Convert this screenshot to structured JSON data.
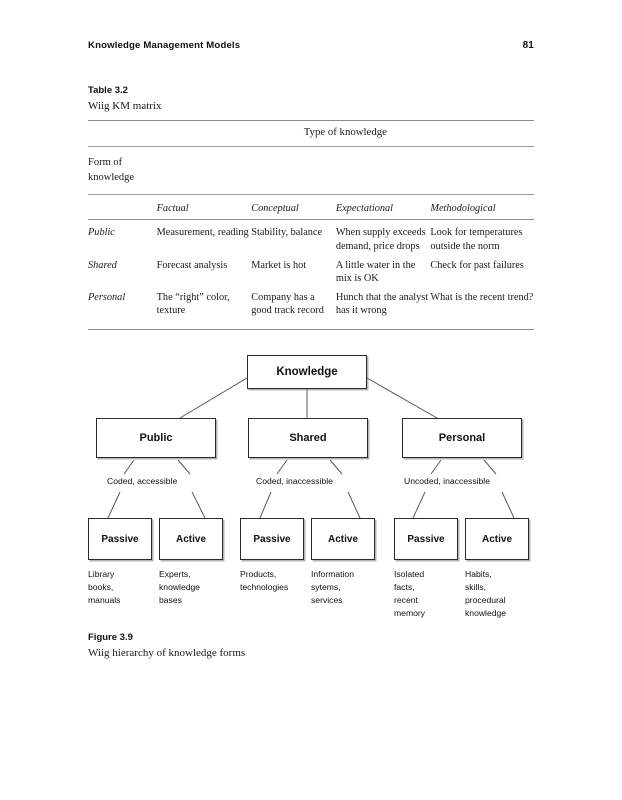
{
  "page": {
    "running_head": "Knowledge Management Models",
    "page_number": "81"
  },
  "table": {
    "caption_label": "Table 3.2",
    "caption_title": "Wiig KM matrix",
    "spanner_header": "Type of knowledge",
    "stub_header_line1": "Form of",
    "stub_header_line2": "knowledge",
    "column_headers": [
      "Factual",
      "Conceptual",
      "Expectational",
      "Methodological"
    ],
    "rows": [
      {
        "label": "Public",
        "cells": [
          "Measurement, reading",
          "Stability, balance",
          "When supply exceeds demand, price drops",
          "Look for temperatures outside the norm"
        ]
      },
      {
        "label": "Shared",
        "cells": [
          "Forecast analysis",
          "Market is hot",
          "A little water in the mix is OK",
          "Check for past failures"
        ]
      },
      {
        "label": "Personal",
        "cells": [
          "The “right” color, texture",
          "Company has a good track record",
          "Hunch that the analyst has it wrong",
          "What is the recent trend?"
        ]
      }
    ]
  },
  "figure": {
    "caption_label": "Figure 3.9",
    "caption_title": "Wiig hierarchy of knowledge forms",
    "root": "Knowledge",
    "branches": [
      {
        "title": "Public",
        "edge_label": "Coded, accessible",
        "leaves": [
          {
            "box": "Passive",
            "text": "Library\nbooks,\nmanuals"
          },
          {
            "box": "Active",
            "text": "Experts,\nknowledge\nbases"
          }
        ]
      },
      {
        "title": "Shared",
        "edge_label": "Coded, inaccessible",
        "leaves": [
          {
            "box": "Passive",
            "text": "Products,\ntechnologies"
          },
          {
            "box": "Active",
            "text": "Information\nsytems,\nservices"
          }
        ]
      },
      {
        "title": "Personal",
        "edge_label": "Uncoded, inaccessible",
        "leaves": [
          {
            "box": "Passive",
            "text": "Isolated\nfacts,\nrecent\nmemory"
          },
          {
            "box": "Active",
            "text": "Habits,\nskills,\nprocedural\nknowledge"
          }
        ]
      }
    ]
  },
  "colors": {
    "rule": "#8a8a8a",
    "box_border": "#2b2b2b",
    "text": "#1a1a1a",
    "page_background": "#ffffff"
  }
}
